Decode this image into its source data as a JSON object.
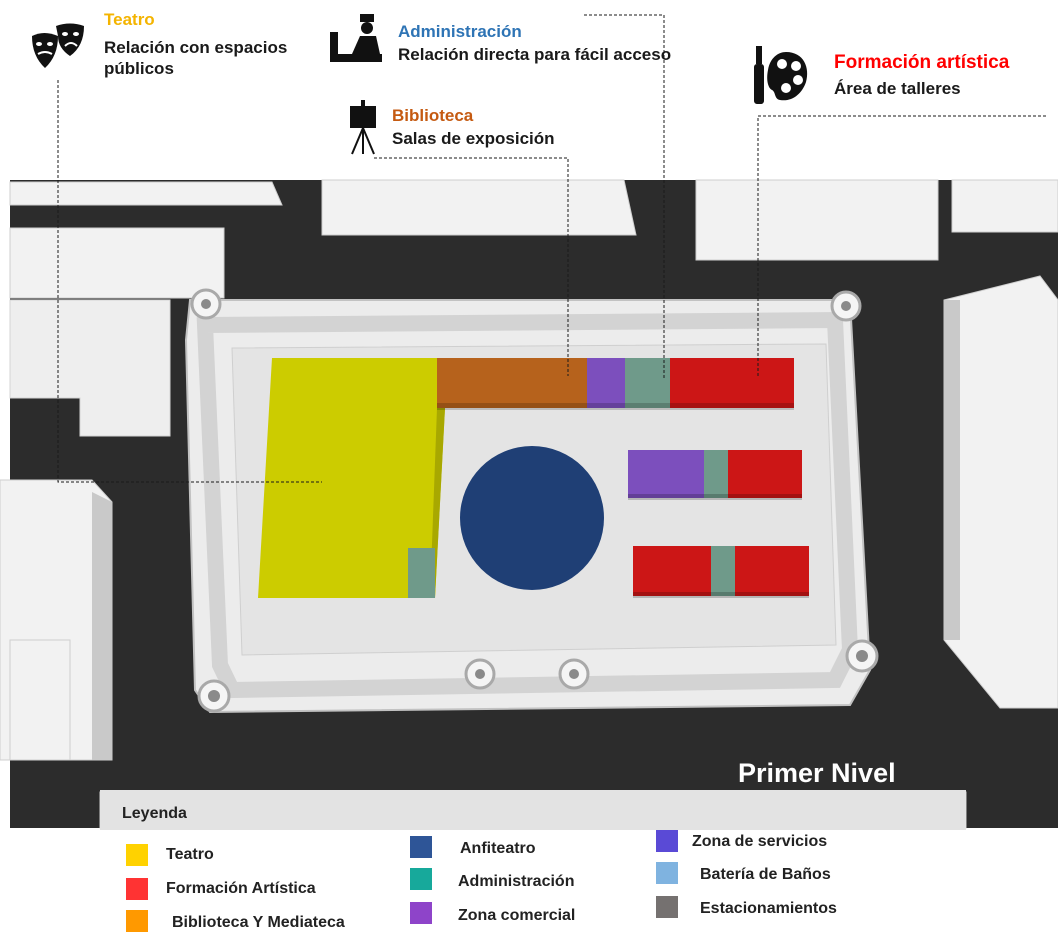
{
  "annotations": {
    "teatro": {
      "title": "Teatro",
      "text": "Relación con espacios públicos",
      "title_color": "#f4b400",
      "icon": "theater-masks-icon"
    },
    "administracion": {
      "title": "Administración",
      "text": "Relación directa para fácil acceso",
      "title_color": "#2e74b5",
      "icon": "administrator-desk-icon"
    },
    "biblioteca": {
      "title": "Biblioteca",
      "text": "Salas de exposición",
      "title_color": "#c55a11",
      "icon": "easel-icon"
    },
    "formacion": {
      "title": "Formación artística",
      "text": "Área de talleres",
      "title_color": "#ff0000",
      "icon": "art-palette-icon"
    }
  },
  "level_label": "Primer Nivel",
  "legend": {
    "title": "Leyenda",
    "items": [
      {
        "label": "Teatro",
        "color": "#ffd200"
      },
      {
        "label": "Formación Artística",
        "color": "#ff3333"
      },
      {
        "label": "Biblioteca Y Mediateca",
        "color": "#ff9900"
      },
      {
        "label": "Anfiteatro",
        "color": "#2e5597"
      },
      {
        "label": "Administración",
        "color": "#17a99b"
      },
      {
        "label": "Zona comercial",
        "color": "#8e44c9"
      },
      {
        "label": "Zona de servicios",
        "color": "#5a4ad6"
      },
      {
        "label": "Batería de Baños",
        "color": "#7fb3e0"
      },
      {
        "label": "Estacionamientos",
        "color": "#757170"
      }
    ]
  },
  "zone_colors": {
    "teatro": "#cccc00",
    "biblioteca": "#b6621c",
    "comercial": "#7c4fbd",
    "administracion": "#6f9a8a",
    "formacion": "#cc1616",
    "anfiteatro": "#1f3f75"
  }
}
